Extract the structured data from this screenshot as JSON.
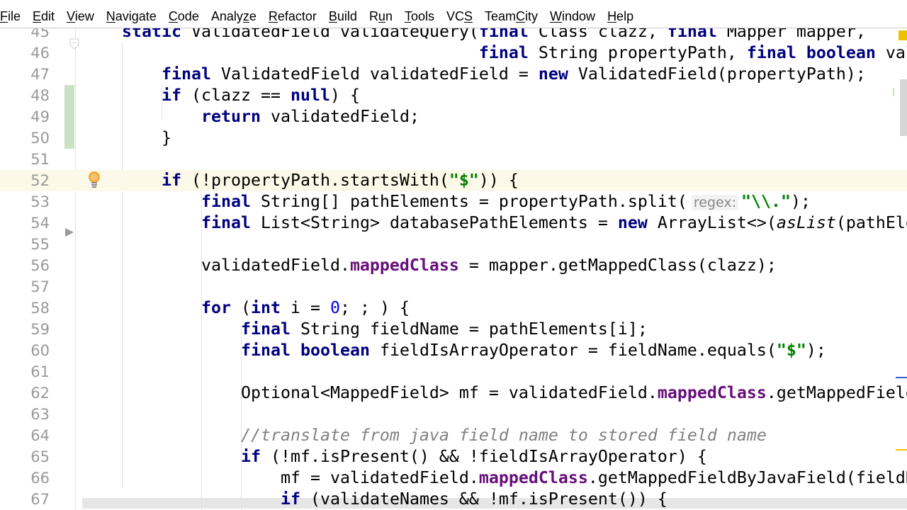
{
  "menu": [
    {
      "label": "File",
      "mnemonic": 0
    },
    {
      "label": "Edit",
      "mnemonic": 0
    },
    {
      "label": "View",
      "mnemonic": 0
    },
    {
      "label": "Navigate",
      "mnemonic": 0
    },
    {
      "label": "Code",
      "mnemonic": 0
    },
    {
      "label": "Analyze",
      "mnemonic": 5
    },
    {
      "label": "Refactor",
      "mnemonic": 0
    },
    {
      "label": "Build",
      "mnemonic": 0
    },
    {
      "label": "Run",
      "mnemonic": 1
    },
    {
      "label": "Tools",
      "mnemonic": 0
    },
    {
      "label": "VCS",
      "mnemonic": 2
    },
    {
      "label": "TeamCity",
      "mnemonic": 4
    },
    {
      "label": "Window",
      "mnemonic": 0
    },
    {
      "label": "Help",
      "mnemonic": 0
    }
  ],
  "editor": {
    "caret_line": 52,
    "changed_lines": [
      48,
      49,
      50
    ],
    "colors": {
      "keyword": "#000080",
      "string": "#008000",
      "number": "#0000ff",
      "field": "#660e7a",
      "comment": "#808080",
      "caret_row": "#fdf9e8",
      "change_marker": "#c9e2c3"
    },
    "gutter_icons": [
      {
        "line": 46,
        "icon": "fold-icon"
      },
      {
        "line": 52,
        "icon": "lightbulb-icon"
      },
      {
        "line": 54,
        "icon": "run-arrow-icon"
      }
    ],
    "lines": [
      {
        "n": "45",
        "tokens": [
          [
            "p",
            "    "
          ],
          [
            "kw",
            "static"
          ],
          [
            "p",
            " ValidatedField validateQuery("
          ],
          [
            "kw",
            "final"
          ],
          [
            "p",
            " Class clazz, "
          ],
          [
            "kw",
            "final"
          ],
          [
            "p",
            " Mapper mapper,"
          ]
        ]
      },
      {
        "n": "46",
        "tokens": [
          [
            "p",
            "                                        "
          ],
          [
            "kw",
            "final"
          ],
          [
            "p",
            " String propertyPath, "
          ],
          [
            "kw",
            "final boolean"
          ],
          [
            "p",
            " validateNames"
          ]
        ]
      },
      {
        "n": "47",
        "tokens": [
          [
            "p",
            "        "
          ],
          [
            "kw",
            "final"
          ],
          [
            "p",
            " ValidatedField validatedField = "
          ],
          [
            "kw",
            "new"
          ],
          [
            "p",
            " ValidatedField(propertyPath);"
          ]
        ]
      },
      {
        "n": "48",
        "tokens": [
          [
            "p",
            "        "
          ],
          [
            "kw",
            "if"
          ],
          [
            "p",
            " (clazz == "
          ],
          [
            "kw",
            "null"
          ],
          [
            "p",
            ") {"
          ]
        ]
      },
      {
        "n": "49",
        "tokens": [
          [
            "p",
            "            "
          ],
          [
            "kw",
            "return"
          ],
          [
            "p",
            " validatedField;"
          ]
        ]
      },
      {
        "n": "50",
        "tokens": [
          [
            "p",
            "        }"
          ]
        ]
      },
      {
        "n": "51",
        "tokens": []
      },
      {
        "n": "52",
        "tokens": [
          [
            "p",
            "        "
          ],
          [
            "kw",
            "if"
          ],
          [
            "p",
            " (!propertyPath.startsWith("
          ],
          [
            "str",
            "\"$\""
          ],
          [
            "p",
            ")) {"
          ]
        ]
      },
      {
        "n": "53",
        "tokens": [
          [
            "p",
            "            "
          ],
          [
            "kw",
            "final"
          ],
          [
            "p",
            " String[] pathElements = propertyPath.split("
          ],
          [
            "hint",
            "regex:"
          ],
          [
            "str",
            "\"\\\\.\""
          ],
          [
            "p",
            ");"
          ]
        ]
      },
      {
        "n": "54",
        "tokens": [
          [
            "p",
            "            "
          ],
          [
            "kw",
            "final"
          ],
          [
            "p",
            " List<String> databasePathElements = "
          ],
          [
            "kw",
            "new"
          ],
          [
            "p",
            " ArrayList<>("
          ],
          [
            "static",
            "asList"
          ],
          [
            "p",
            "(pathElements));"
          ]
        ]
      },
      {
        "n": "55",
        "tokens": []
      },
      {
        "n": "56",
        "tokens": [
          [
            "p",
            "            validatedField."
          ],
          [
            "field",
            "mappedClass"
          ],
          [
            "p",
            " = mapper.getMappedClass(clazz);"
          ]
        ]
      },
      {
        "n": "57",
        "tokens": []
      },
      {
        "n": "58",
        "tokens": [
          [
            "p",
            "            "
          ],
          [
            "kw",
            "for"
          ],
          [
            "p",
            " ("
          ],
          [
            "kw",
            "int"
          ],
          [
            "p",
            " i = "
          ],
          [
            "num",
            "0"
          ],
          [
            "p",
            "; ; ) {"
          ]
        ]
      },
      {
        "n": "59",
        "tokens": [
          [
            "p",
            "                "
          ],
          [
            "kw",
            "final"
          ],
          [
            "p",
            " String fieldName = pathElements[i];"
          ]
        ]
      },
      {
        "n": "60",
        "tokens": [
          [
            "p",
            "                "
          ],
          [
            "kw",
            "final boolean"
          ],
          [
            "p",
            " fieldIsArrayOperator = fieldName.equals("
          ],
          [
            "str",
            "\"$\""
          ],
          [
            "p",
            ");"
          ]
        ]
      },
      {
        "n": "61",
        "tokens": []
      },
      {
        "n": "62",
        "tokens": [
          [
            "p",
            "                Optional<MappedField> mf = validatedField."
          ],
          [
            "field",
            "mappedClass"
          ],
          [
            "p",
            ".getMappedField(fieldName);"
          ]
        ]
      },
      {
        "n": "63",
        "tokens": []
      },
      {
        "n": "64",
        "tokens": [
          [
            "p",
            "                "
          ],
          [
            "comment",
            "//translate from java field name to stored field name"
          ]
        ]
      },
      {
        "n": "65",
        "tokens": [
          [
            "p",
            "                "
          ],
          [
            "kw",
            "if"
          ],
          [
            "p",
            " (!mf.isPresent() && !fieldIsArrayOperator) {"
          ]
        ]
      },
      {
        "n": "66",
        "tokens": [
          [
            "p",
            "                    mf = validatedField."
          ],
          [
            "field",
            "mappedClass"
          ],
          [
            "p",
            ".getMappedFieldByJavaField(fieldName);"
          ]
        ]
      },
      {
        "n": "67",
        "tokens": [
          [
            "p",
            "                    "
          ],
          [
            "kw",
            "if"
          ],
          [
            "p",
            " (validateNames && !mf.isPresent()) {"
          ]
        ]
      }
    ]
  }
}
